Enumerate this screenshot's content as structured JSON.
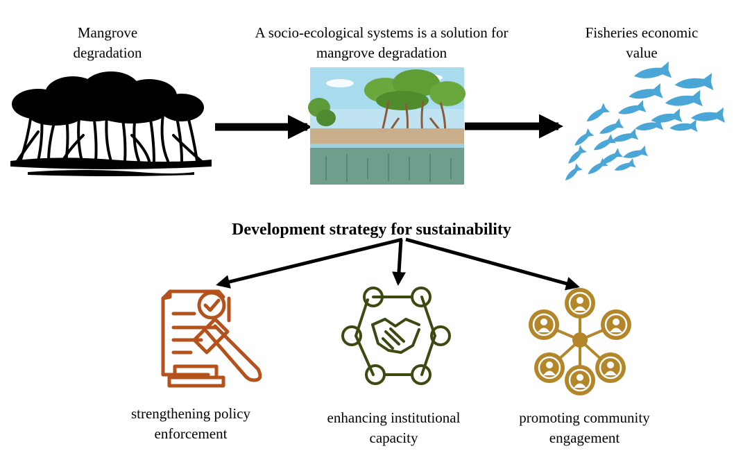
{
  "top": {
    "left_label": [
      "Mangrove",
      "degradation"
    ],
    "center_label": [
      "A socio-ecological systems is a solution for",
      "mangrove degradation"
    ],
    "right_label": [
      "Fisheries economic",
      "value"
    ]
  },
  "strategy_title": "Development strategy for sustainability",
  "strategies": [
    {
      "label": [
        "strengthening policy",
        "enforcement"
      ],
      "icon": "policy-gavel-icon",
      "color": "#b5521c"
    },
    {
      "label": [
        "enhancing institutional",
        "capacity"
      ],
      "icon": "handshake-network-icon",
      "color": "#3b4a11"
    },
    {
      "label": [
        "promoting community",
        "engagement"
      ],
      "icon": "community-network-icon",
      "color": "#b3862a"
    }
  ],
  "colors": {
    "arrow": "#000000",
    "fish": "#4aa6d6",
    "mangrove_silhouette": "#000000"
  }
}
